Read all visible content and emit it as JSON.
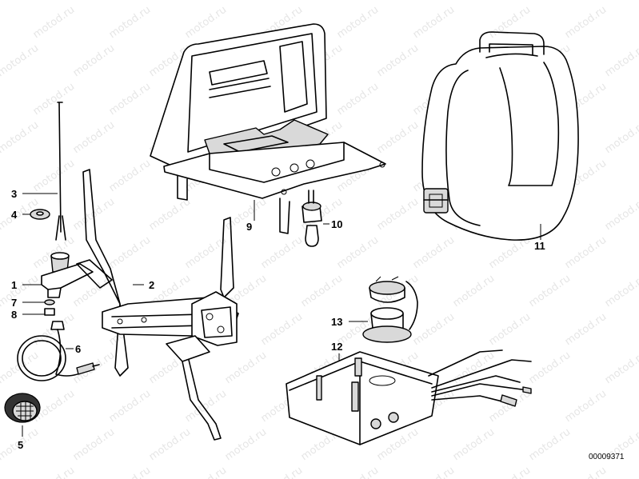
{
  "watermark": "motod.ru",
  "doc_id": "00009371",
  "callouts": {
    "c1": "1",
    "c2": "2",
    "c3": "3",
    "c4": "4",
    "c5": "5",
    "c6": "6",
    "c7": "7",
    "c8": "8",
    "c9": "9",
    "c10": "10",
    "c11": "11",
    "c12": "12",
    "c13": "13"
  }
}
